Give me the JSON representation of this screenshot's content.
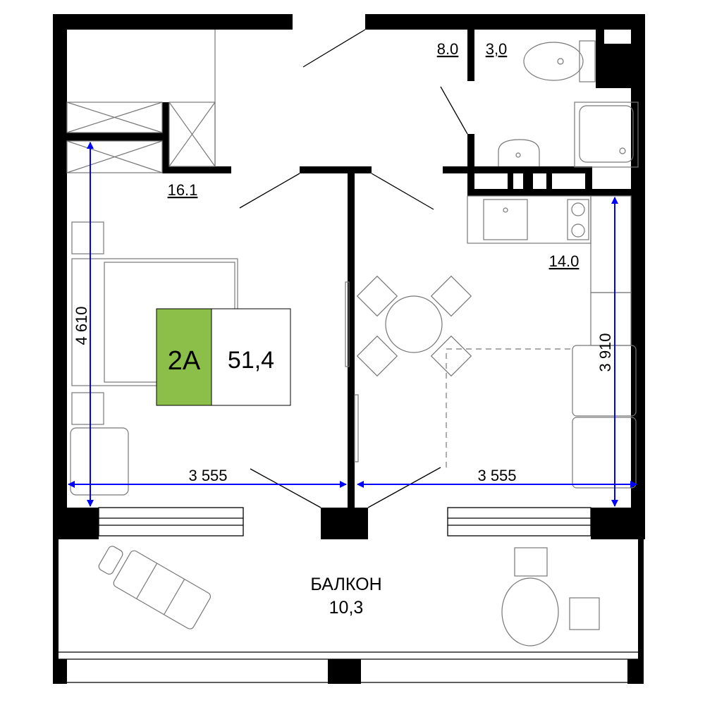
{
  "unit_badge": {
    "code": "2A",
    "total_area": "51,4",
    "accent_color": "#8cbf4a"
  },
  "rooms": {
    "bedroom_area": "16.1",
    "hall_area": "8.0",
    "bathroom_area": "3,0",
    "kitchen_living_area": "14.0",
    "balcony_label": "БАЛКОН",
    "balcony_area": "10,3"
  },
  "dimensions": {
    "bedroom_width": "3 555",
    "living_width": "3 555",
    "bedroom_depth": "4 610",
    "living_depth": "3 910",
    "color": "#0000ff"
  }
}
